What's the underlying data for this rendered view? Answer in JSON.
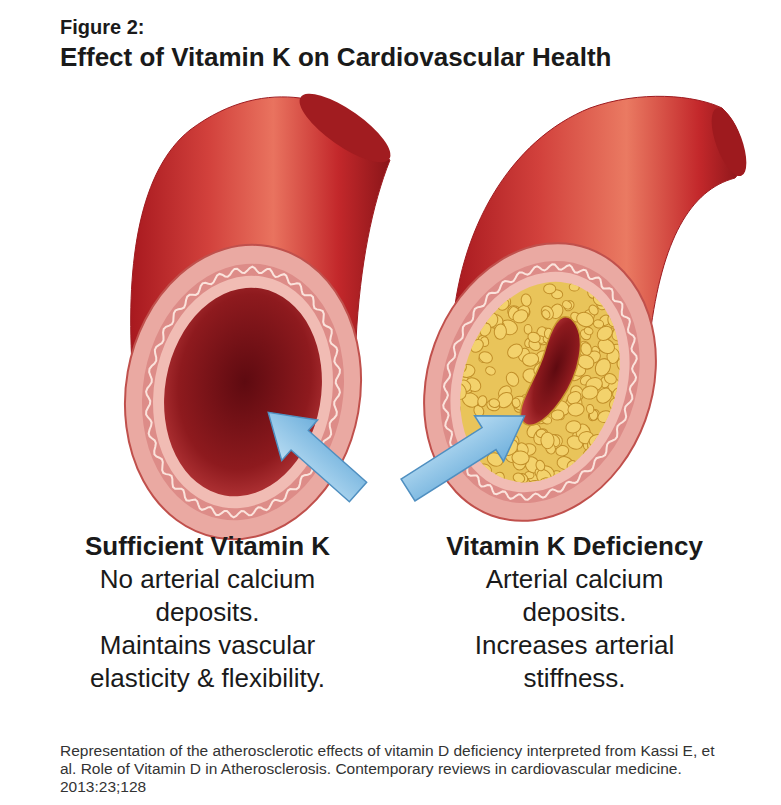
{
  "diagram": {
    "title": "Effect of Vitamin K on Cardiovascular Health",
    "caption": "Representation of the atherosclerotic effects of vitamin D deficiency interpreted from Kassi E, et al. Role of Vitamin D in Atherosclerosis. Contemporary reviews in cardiovascular medicine. 2013:23;128",
    "nodes": [
      {
        "text": [
          "Sufficient Vitamin K",
          "No arterial calcium deposits.",
          "Maintains vascular elasticity & flexibility."
        ]
      },
      {
        "text": [
          "Vitamin K Deficiency",
          "Arterial calcium deposits.",
          "Increases arterial stiffness."
        ]
      }
    ],
    "labels": [
      "Figure 2:"
    ]
  }
}
